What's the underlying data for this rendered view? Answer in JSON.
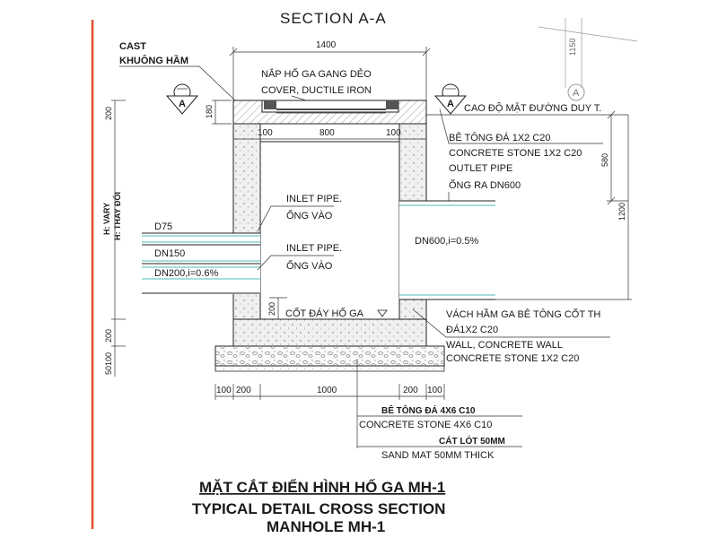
{
  "section_title": "SECTION  A-A",
  "section_markers": {
    "left": "A",
    "right": "A",
    "top_right": "A"
  },
  "labels": {
    "cast_frame_en": "CAST",
    "cast_frame_vn": "KHUÔNG HẦM",
    "cover_vn": "NẮP HỐ GA GANG DẺO",
    "cover_en": "COVER, DUCTILE IRON",
    "road_level": "CAO ĐỘ MẶT ĐƯỜNG DUY T.",
    "concrete_top_vn": "BÊ TÔNG ĐÁ 1X2 C20",
    "concrete_top_en": "CONCRETE STONE 1X2 C20",
    "outlet_en": "OUTLET PIPE",
    "outlet_vn": "ỐNG RA DN600",
    "inlet1_en": "INLET PIPE.",
    "inlet1_vn": "ỐNG VÀO",
    "inlet2_en": "INLET PIPE.",
    "inlet2_vn": "ỐNG VÀO",
    "pipe_d75": "D75",
    "pipe_dn150": "DN150",
    "pipe_dn200": "DN200,i=0.6%",
    "pipe_dn600": "DN600,i=0.5%",
    "bottom_level": "CỐT ĐÁY HỐ GA",
    "wall_vn_1": "VÁCH HẦM GA BÊ TÔNG CỐT TH",
    "wall_vn_2": "ĐÁ1X2 C20",
    "wall_en_1": "WALL, CONCRETE WALL",
    "wall_en_2": "CONCRETE STONE 1X2 C20",
    "base_vn": "BÊ TÔNG ĐÁ 4X6 C10",
    "base_en": "CONCRETE STONE 4X6 C10",
    "sand_vn": "CÁT LÓT 50MM",
    "sand_en": "SAND MAT 50MM THICK",
    "h_vary": "H: VARY",
    "h_thay_doi": "H: THAY ĐỔI"
  },
  "dimensions": {
    "top_width": "1400",
    "cover_height": "180",
    "left_200_top": "200",
    "wall_left": "100",
    "inner_width": "800",
    "wall_right": "100",
    "right_580": "580",
    "right_1200": "1200",
    "bottom_slab": "200",
    "left_200_bottom": "200",
    "left_50100": "50100",
    "top_right_1150": "1150",
    "bottom_100_a": "100",
    "bottom_200_a": "200",
    "bottom_1000": "1000",
    "bottom_200_b": "200",
    "bottom_100_b": "100"
  },
  "footer": {
    "title_vn": "MẶT CẮT ĐIỂN HÌNH HỐ GA MH-1",
    "title_en_1": "TYPICAL DETAIL CROSS SECTION",
    "title_en_2": "MANHOLE MH-1"
  },
  "colors": {
    "red_line": "#e0502a",
    "pipe_teal": "#4fb8b8",
    "concrete_fill": "#f0f0f0",
    "cover_fill": "#cfcfcf"
  }
}
